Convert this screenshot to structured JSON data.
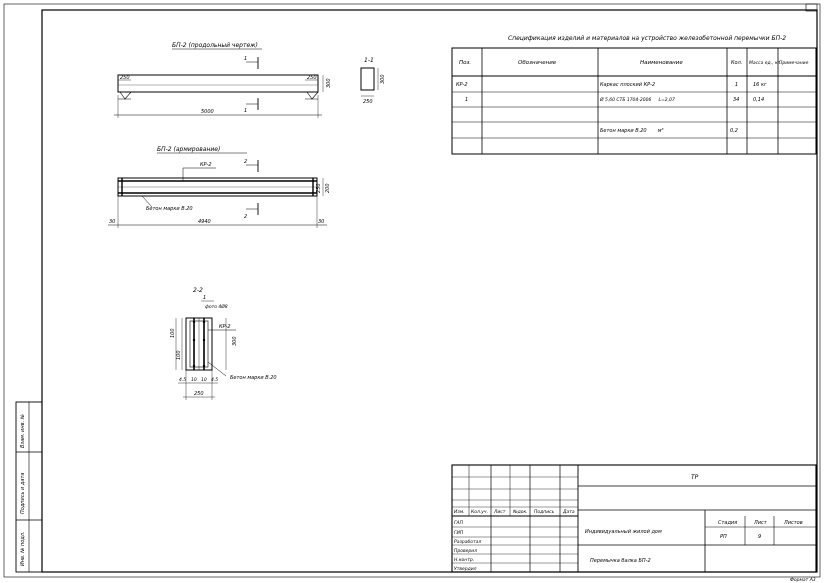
{
  "drawing": {
    "view_longitudinal_title": "БП-2 (продольный чертеж)",
    "view_plan_title": "БП-2 (армирование)",
    "section_1_title": "1-1",
    "section_2_title": "2-2",
    "cut_marks": {
      "cut1": "1",
      "cut2": "2"
    },
    "dims": {
      "bearing_left": "250",
      "bearing_right": "250",
      "height": "300",
      "length": "5000",
      "sec1_width": "300",
      "sec1_bottom": "250",
      "plan_end_left": "30",
      "plan_end_right": "30",
      "plan_inner": "4940",
      "plan_depth_a": "250",
      "plan_depth_b": "200",
      "sec2_top": "1",
      "sec2_top_label": "фото 4Ø8",
      "sec2_height": "300",
      "sec2_left_a": "100",
      "sec2_left_b": "100",
      "sec2_bot_1": "4.5",
      "sec2_bot_2": "10",
      "sec2_bot_3": "10",
      "sec2_bot_4": "4.5",
      "sec2_width": "250"
    },
    "labels": {
      "cage": "КР-2",
      "concrete_plan": "Бетон марки В.20",
      "cage_sec2": "КР-2",
      "concrete_sec2": "Бетон марки В.20"
    }
  },
  "spec_table": {
    "title": "Спецификация изделий и материалов на устройство железобетонной перемычки БП-2",
    "headers": [
      "Поз.",
      "Обозначение",
      "Наименование",
      "Кол.",
      "Масса ед., кг.",
      "Примечание"
    ],
    "rows": [
      [
        "КР-2",
        "",
        "Каркас плоский КР-2",
        "1",
        "16 кг",
        ""
      ],
      [
        "1",
        "",
        "Ø 5,60 СТБ 1704-2006     L=2,07",
        "34",
        "0,14",
        ""
      ],
      [
        "",
        "",
        "",
        "",
        "",
        ""
      ],
      [
        "",
        "",
        "Бетон марки В.20       м³",
        "0,2",
        "",
        ""
      ],
      [
        "",
        "",
        "",
        "",
        "",
        ""
      ]
    ]
  },
  "left_stamp": [
    "Взам. инв. №",
    "Подпись и дата",
    "Инв. № подл."
  ],
  "title_block": {
    "code": "ТР",
    "project": "Индивидуальный жилой дом",
    "sheet_title": "Перемычка балка БП-2",
    "stage_label": "Стадия",
    "sheet_label": "Лист",
    "sheets_label": "Листов",
    "stage_value": "РП",
    "sheet_value": "9",
    "change_headers": [
      "Изм.",
      "Кол.уч.",
      "Лист",
      "№док.",
      "Подпись",
      "Дата"
    ],
    "roles": [
      "ГАП",
      "ГИП",
      "Разработал",
      "Проверил",
      "Н.контр.",
      "Утвердил"
    ]
  },
  "format_note": "Формат А3"
}
